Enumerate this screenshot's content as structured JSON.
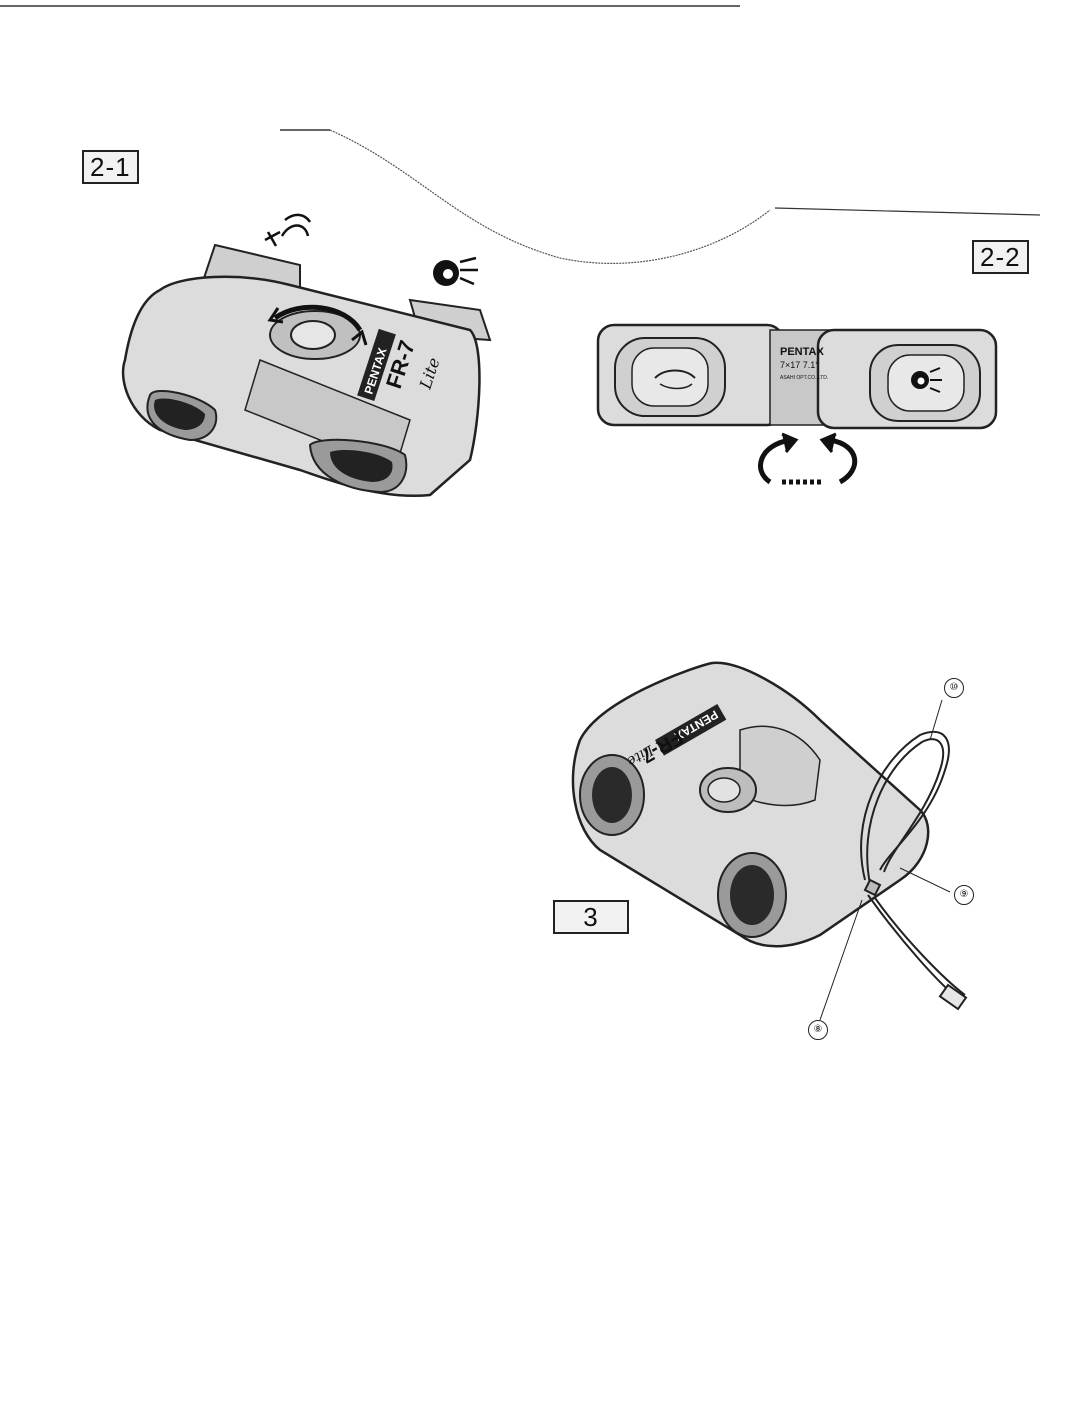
{
  "figures": {
    "fig_2_1": {
      "label": "2-1"
    },
    "fig_2_2": {
      "label": "2-2"
    },
    "fig_3": {
      "label": "3"
    }
  },
  "product": {
    "brand": "PENTAX",
    "model": "FR-7",
    "model_script": "Lite",
    "spec": "7×17 7.1°",
    "maker": "ASAHI OPT.CO.,LTD."
  },
  "callouts": {
    "strap_loop": "⑩",
    "strap_eyelet": "⑨",
    "strap_connector": "⑧"
  },
  "icons": [
    "closed-eye-icon",
    "open-eye-icon",
    "rotation-arrows-icon",
    "diopter-adjust-arrow-icon"
  ],
  "colors": {
    "ink": "#222222",
    "body_fill": "#dcdcdc",
    "paper": "#ffffff"
  }
}
